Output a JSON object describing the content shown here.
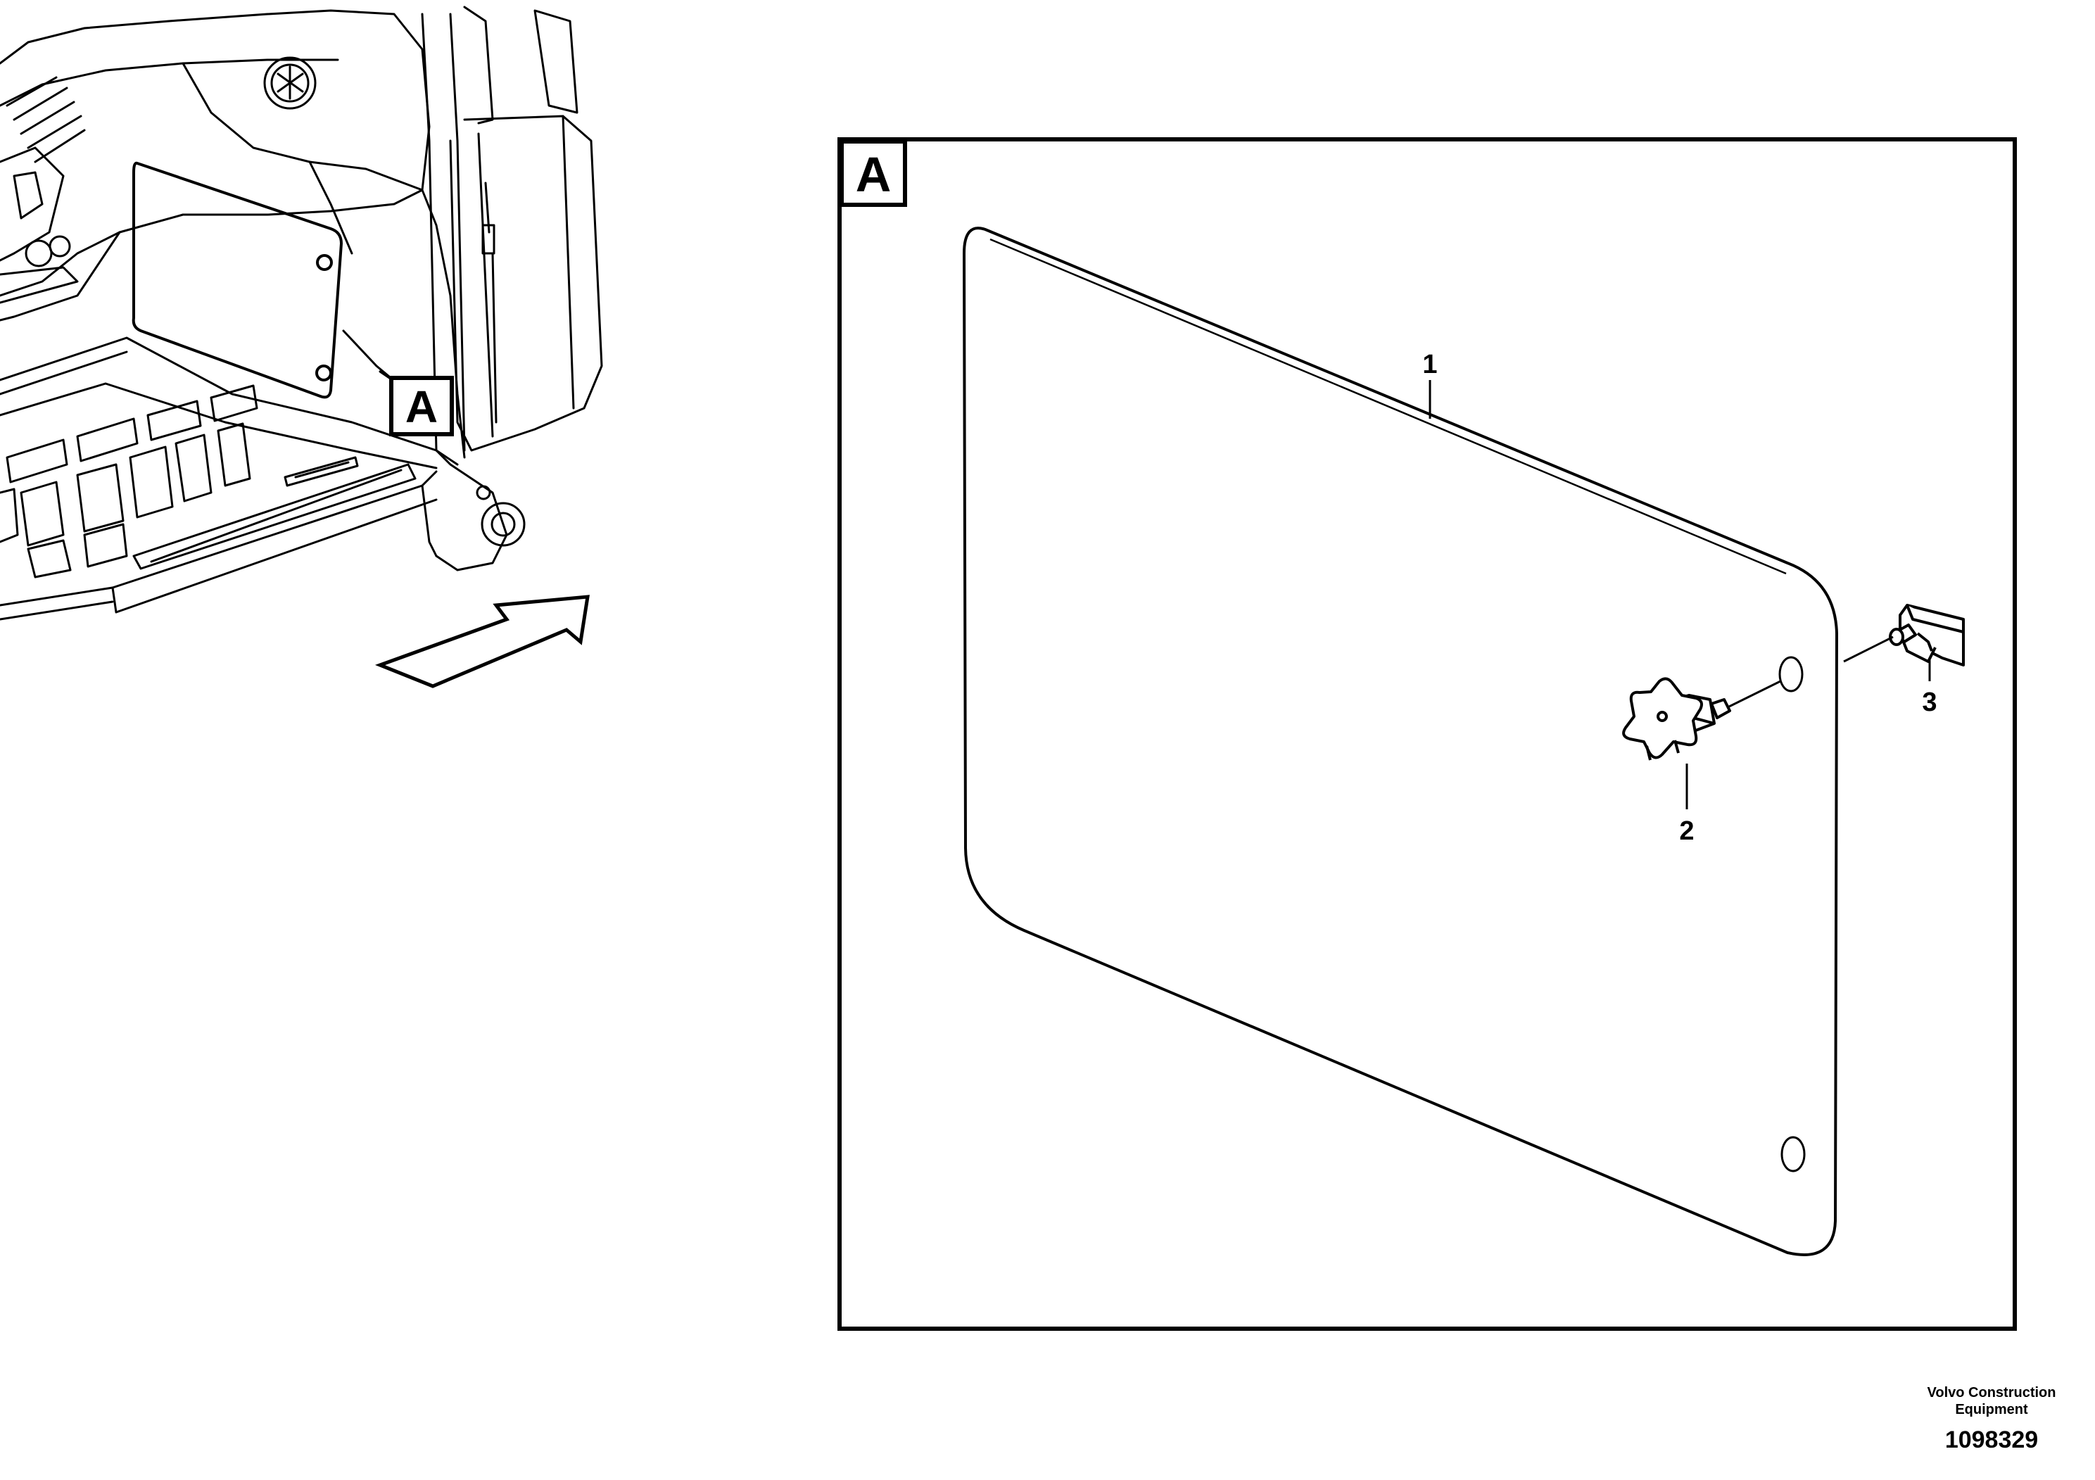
{
  "overview": {
    "callout_letter": "A"
  },
  "detail": {
    "frame_letter": "A",
    "parts": [
      {
        "number": "1",
        "name": "panel"
      },
      {
        "number": "2",
        "name": "knob"
      },
      {
        "number": "3",
        "name": "clip"
      }
    ]
  },
  "footer": {
    "company_line1": "Volvo Construction",
    "company_line2": "Equipment",
    "figure_number": "1098329"
  },
  "colors": {
    "line": "#000000",
    "background": "#ffffff"
  }
}
